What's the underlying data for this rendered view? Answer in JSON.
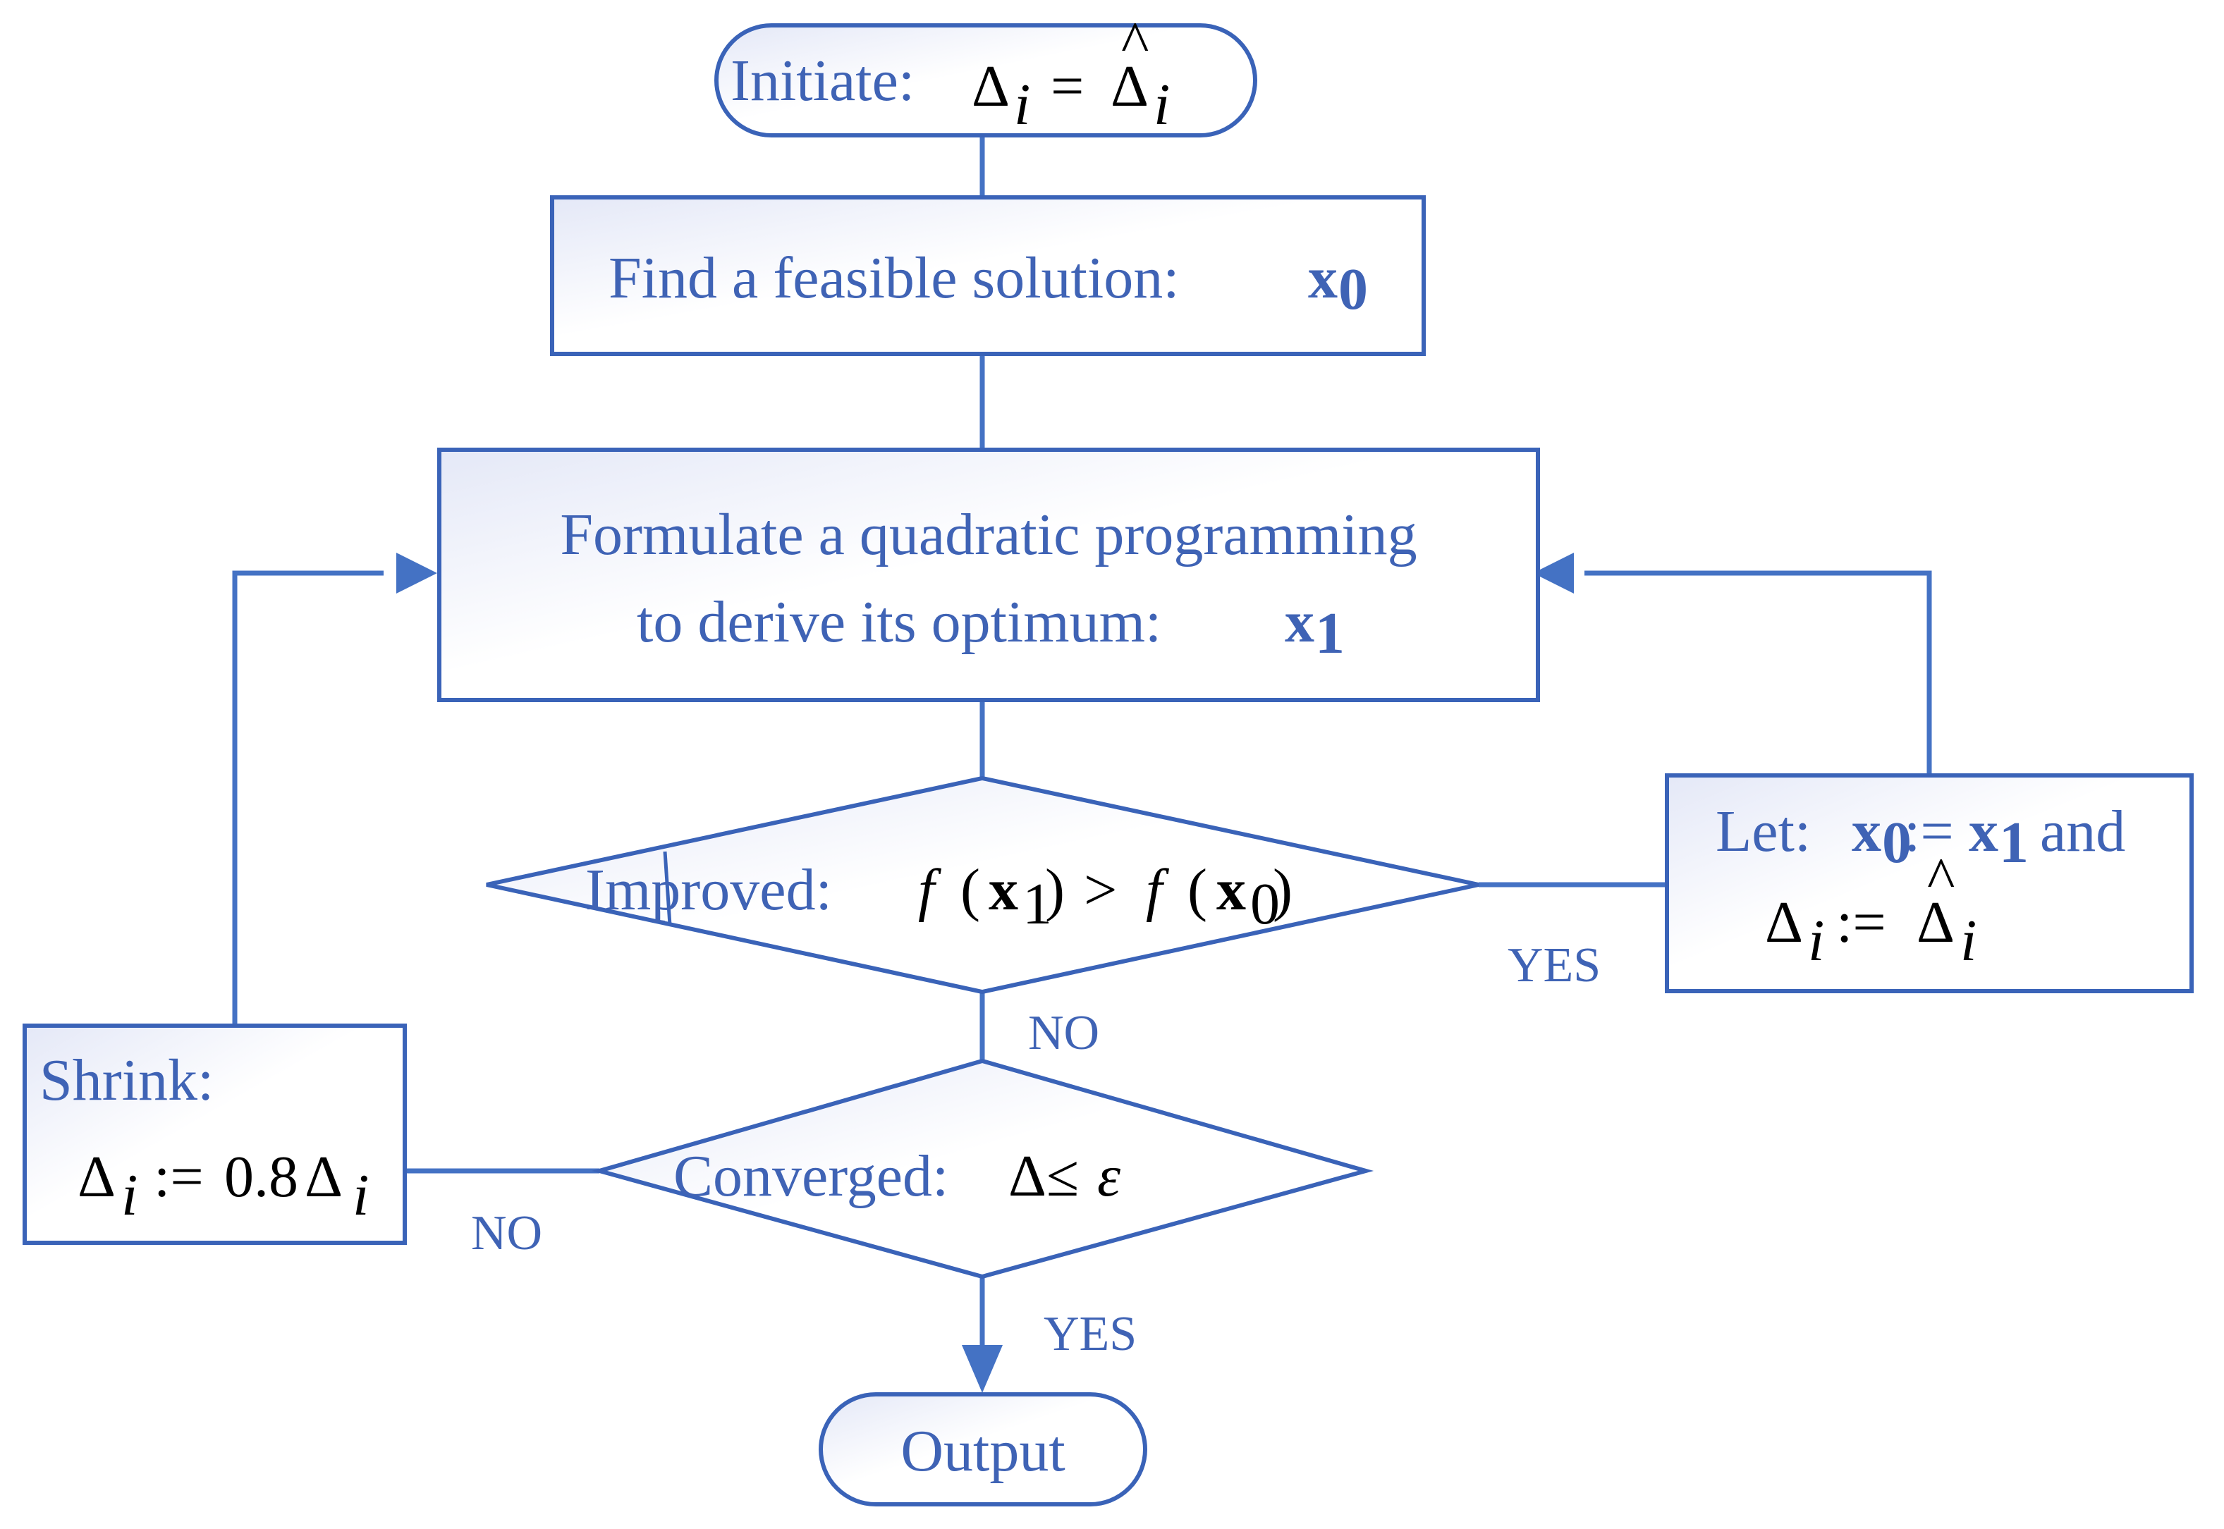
{
  "flowchart": {
    "initiate": {
      "label": "Initiate:",
      "delta": "Δ",
      "sub_i": "i",
      "eq": "=",
      "hat": "^"
    },
    "find": {
      "label": "Find a feasible solution:",
      "var": "x",
      "sub": "0"
    },
    "formulate": {
      "line1": "Formulate a quadratic programming",
      "line2": "to derive its optimum:",
      "var": "x",
      "sub": "1"
    },
    "improved": {
      "label": "Improved:",
      "f": "f",
      "open_paren": "(",
      "close_paren": ")",
      "var": "x",
      "sub1": "1",
      "sub0": "0",
      "gt": ">"
    },
    "let": {
      "label": "Let:",
      "x0": "x",
      "sub0": "0",
      "assign": ":=",
      "x1": "x",
      "sub1": "1",
      "and": "and",
      "delta": "Δ",
      "sub_i": "i",
      "assign2": ":=",
      "hat": "^"
    },
    "converged": {
      "label": "Converged:",
      "expr": "Δ≤",
      "epsilon": "ε"
    },
    "shrink": {
      "label": "Shrink:",
      "delta": "Δ",
      "sub_i": "i",
      "assign": ":=",
      "coef": "0.8",
      "delta2": "Δ",
      "sub_i2": "i"
    },
    "output": {
      "label": "Output"
    },
    "edges": {
      "improved_yes": "YES",
      "improved_no": "NO",
      "converged_no": "NO",
      "converged_yes": "YES"
    }
  },
  "colors": {
    "stroke": "#3a63b8",
    "line": "#4472c4",
    "text": "#3f63b5",
    "fill_light": "#ffffff",
    "fill_tint": "#e6e9f7"
  }
}
